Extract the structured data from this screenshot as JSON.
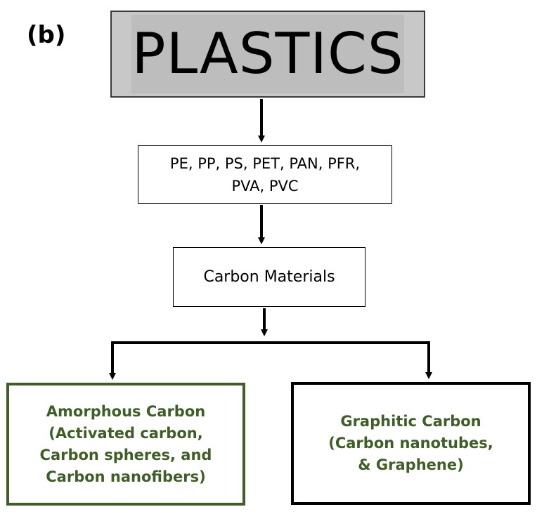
{
  "panel_label": "(b)",
  "nodes": {
    "plastics": {
      "text": "PLASTICS"
    },
    "polymers": {
      "line1": "PE, PP, PS, PET, PAN, PFR,",
      "line2": "PVA, PVC"
    },
    "carbon_materials": {
      "text": "Carbon Materials"
    },
    "amorphous": {
      "line1": "Amorphous Carbon",
      "line2": "(Activated carbon,",
      "line3": "Carbon spheres, and",
      "line4": "Carbon nanofibers)"
    },
    "graphitic": {
      "line1": "Graphitic Carbon",
      "line2": "(Carbon nanotubes,",
      "line3": "& Graphene)"
    }
  },
  "colors": {
    "green_text": "#3f5e27",
    "plastics_fill": "#c8c8c8",
    "arrow": "#000000"
  }
}
